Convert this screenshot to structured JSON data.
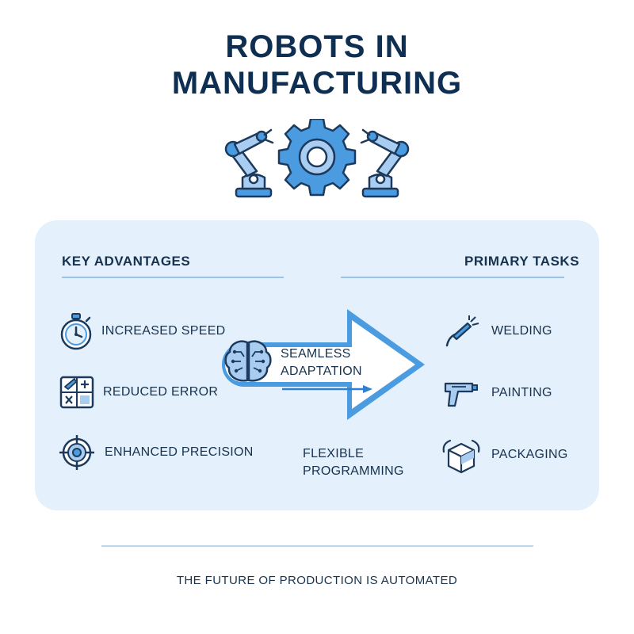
{
  "title": {
    "line1": "ROBOTS IN",
    "line2": "MANUFACTURING"
  },
  "hero_icons": [
    "robot-arm-icon",
    "gear-icon",
    "robot-arm-icon"
  ],
  "advantages": {
    "heading": "KEY ADVANTAGES",
    "items": [
      {
        "label": "INCREASED SPEED",
        "icon": "stopwatch-icon"
      },
      {
        "label": "REDUCED ERROR",
        "icon": "checklist-icon"
      },
      {
        "label": "ENHANCED PRECISION",
        "icon": "crosshair-icon"
      }
    ]
  },
  "tasks": {
    "heading": "PRIMARY TASKS",
    "items": [
      {
        "label": "WELDING",
        "icon": "welding-torch-icon"
      },
      {
        "label": "PAINTING",
        "icon": "spray-gun-icon"
      },
      {
        "label": "PACKAGING",
        "icon": "box-icon"
      }
    ]
  },
  "center": {
    "adaptation_line1": "SEAMLESS",
    "adaptation_line2": "ADAPTATION",
    "flex_line1": "FLEXIBLE",
    "flex_line2": "PROGRAMMING",
    "icon": "brain-circuit-icon"
  },
  "footer": "THE FUTURE OF PRODUCTION IS AUTOMATED",
  "colors": {
    "accent": "#4a9be0",
    "accent_dark": "#2f7fd0",
    "icon_fill": "#a9cdf0",
    "stroke": "#1d3a5c",
    "panel": "#e4f0fb",
    "text": "#17324f"
  }
}
